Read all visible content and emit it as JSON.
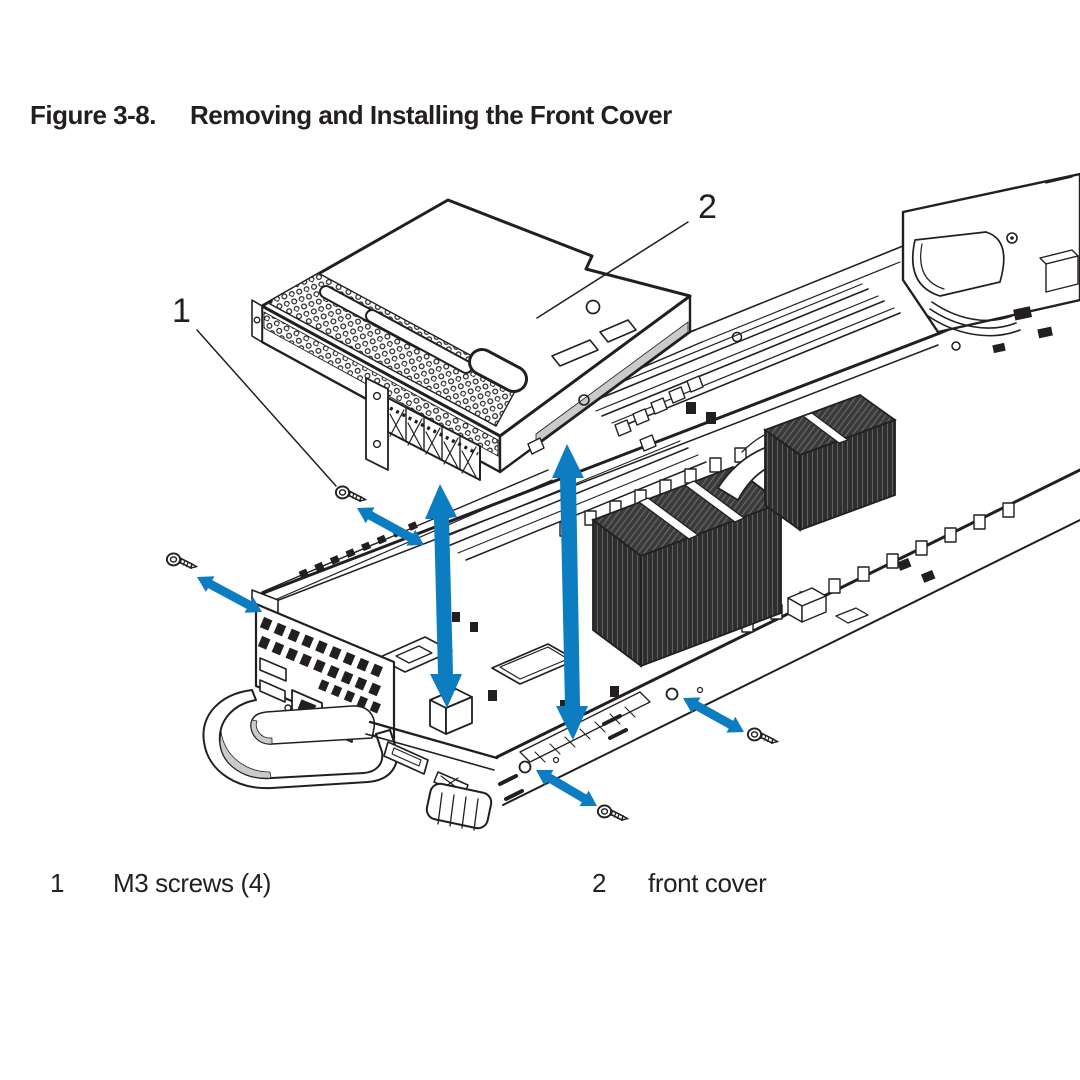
{
  "figure": {
    "label": "Figure 3-8.",
    "title": "Removing and Installing the Front Cover"
  },
  "callouts": [
    {
      "number": "1"
    },
    {
      "number": "2"
    }
  ],
  "legend": {
    "items": [
      {
        "number": "1",
        "label": "M3 screws (4)"
      },
      {
        "number": "2",
        "label": "front cover"
      }
    ]
  },
  "colors": {
    "line": "#231f20",
    "arrow_blue": "#0d7dc2",
    "shade_gray": "#c9cacb",
    "heatsink_dark": "#2e2e2e",
    "background": "#ffffff"
  },
  "icons": {
    "screw": "m3-screw-icon",
    "direction_arrow": "double-headed-arrow-icon"
  }
}
